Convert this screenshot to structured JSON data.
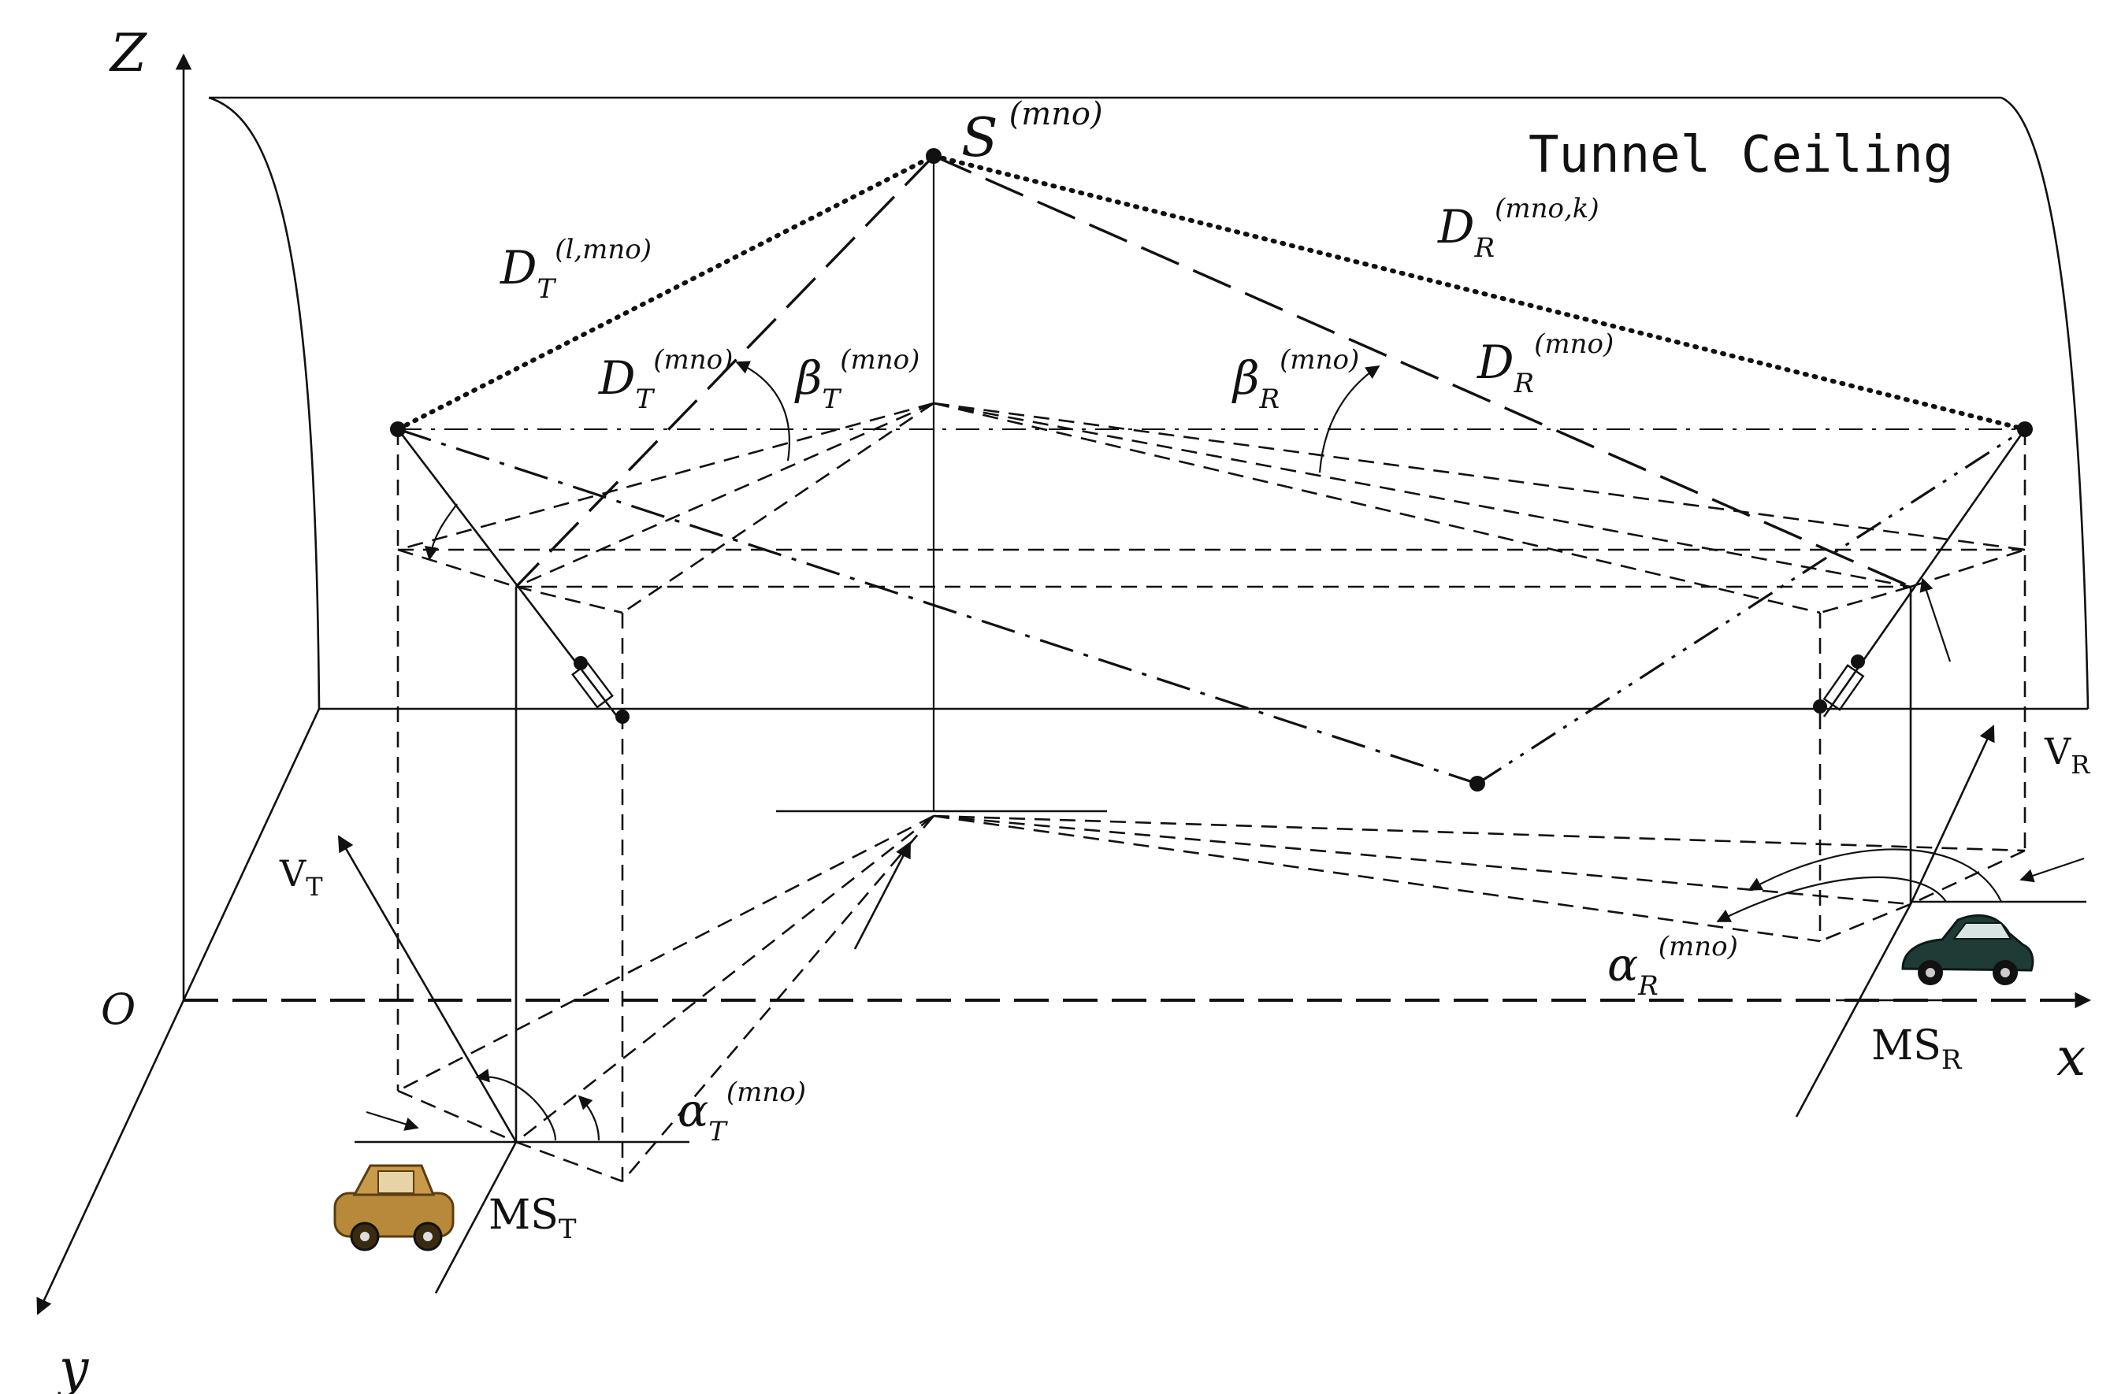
{
  "labels": {
    "z_axis": "Z",
    "x_axis": "x",
    "y_axis": "y",
    "origin": "O",
    "tunnel": "Tunnel Ceiling",
    "scatterer": {
      "base": "S",
      "sup": "(mno)"
    },
    "d_t_l_mno": {
      "base": "D",
      "sub": "T",
      "sup": "(l,mno)"
    },
    "d_t_mno": {
      "base": "D",
      "sub": "T",
      "sup": "(mno)"
    },
    "beta_t_mno": {
      "base": "β",
      "sub": "T",
      "sup": "(mno)"
    },
    "d_r_mno_k": {
      "base": "D",
      "sub": "R",
      "sup": "(mno,k)"
    },
    "d_r_mno": {
      "base": "D",
      "sub": "R",
      "sup": "(mno)"
    },
    "beta_r_mno": {
      "base": "β",
      "sub": "R",
      "sup": "(mno)"
    },
    "alpha_r_mno": {
      "base": "α",
      "sub": "R",
      "sup": "(mno)"
    },
    "alpha_t_mno": {
      "base": "α",
      "sub": "T",
      "sup": "(mno)"
    },
    "v_t": {
      "base": "V",
      "sub": "T"
    },
    "v_r": {
      "base": "V",
      "sub": "R"
    },
    "ms_t": {
      "base": "MS",
      "sub": "T"
    },
    "ms_r": {
      "base": "MS",
      "sub": "R"
    }
  },
  "icons": {
    "transmitter_car": "tan-car-icon",
    "receiver_car": "dark-green-car-icon"
  },
  "colors": {
    "ink": "#111111",
    "tan_car": "#b8893a",
    "green_car": "#1f3b36"
  }
}
